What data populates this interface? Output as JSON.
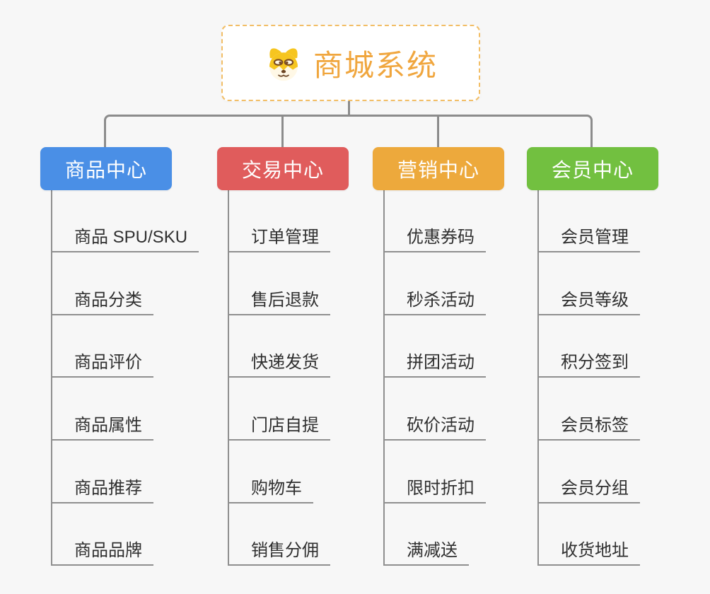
{
  "background_color": "#F7F7F7",
  "connector_color": "#8C8C8C",
  "root": {
    "title": "商城系统",
    "title_color": "#F0A63E",
    "border_color": "#F2BE66",
    "icon": "dog-face-icon"
  },
  "branches": [
    {
      "label": "商品中心",
      "color": "#4A8FE6",
      "items": [
        "商品 SPU/SKU",
        "商品分类",
        "商品评价",
        "商品属性",
        "商品推荐",
        "商品品牌"
      ]
    },
    {
      "label": "交易中心",
      "color": "#E05C5C",
      "items": [
        "订单管理",
        "售后退款",
        "快递发货",
        "门店自提",
        "购物车",
        "销售分佣"
      ]
    },
    {
      "label": "营销中心",
      "color": "#EDA93C",
      "items": [
        "优惠券码",
        "秒杀活动",
        "拼团活动",
        "砍价活动",
        "限时折扣",
        "满减送"
      ]
    },
    {
      "label": "会员中心",
      "color": "#72C040",
      "items": [
        "会员管理",
        "会员等级",
        "积分签到",
        "会员标签",
        "会员分组",
        "收货地址"
      ]
    }
  ]
}
